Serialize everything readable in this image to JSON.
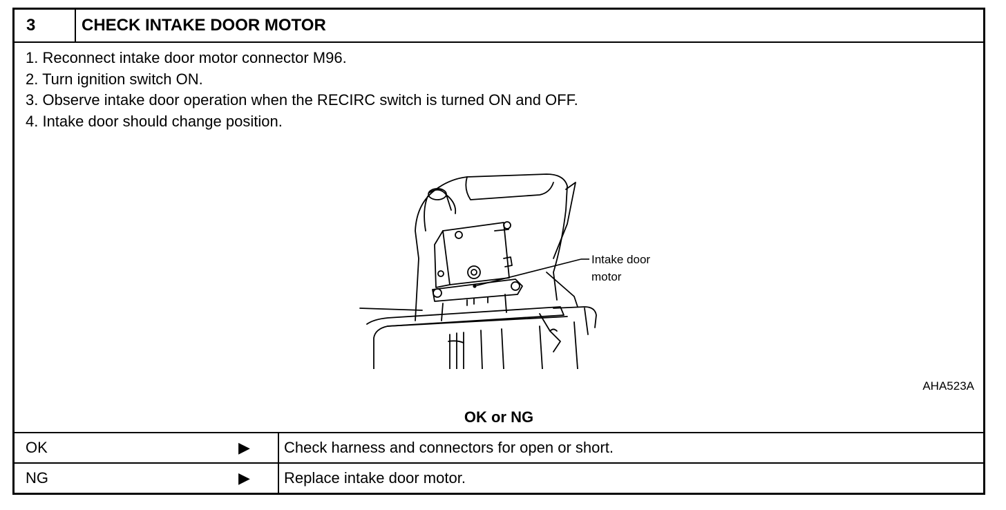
{
  "header": {
    "step_number": "3",
    "title": "CHECK INTAKE DOOR MOTOR"
  },
  "steps": [
    "1.  Reconnect intake door motor connector M96.",
    "2.  Turn ignition switch ON.",
    "3.  Observe intake door operation when the RECIRC switch is turned ON and OFF.",
    "4.  Intake door should change position."
  ],
  "figure": {
    "callout_line1": "Intake door",
    "callout_line2": "motor",
    "code": "AHA523A"
  },
  "decision": {
    "label": "OK or NG",
    "rows": [
      {
        "result": "OK",
        "arrow": "▶",
        "action": "Check harness and connectors for open or short."
      },
      {
        "result": "NG",
        "arrow": "▶",
        "action": "Replace intake door motor."
      }
    ]
  }
}
